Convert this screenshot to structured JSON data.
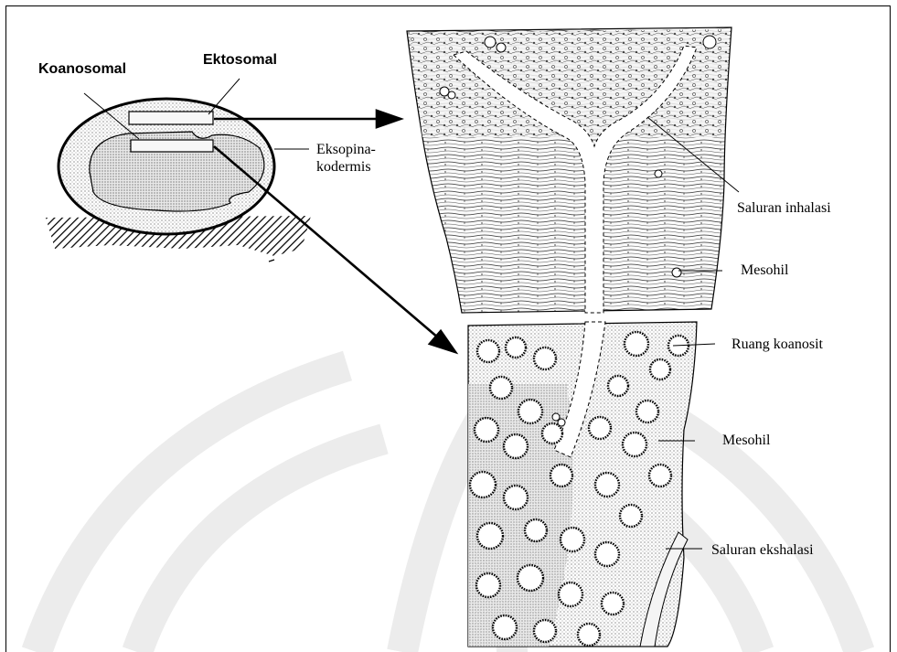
{
  "labels": {
    "koanosomal": "Koanosomal",
    "ektosomal": "Ektosomal",
    "eksopinakodermis_1": "Eksopina-",
    "eksopinakodermis_2": "kodermis",
    "saluran_inhalasi": "Saluran inhalasi",
    "mesohil_top": "Mesohil",
    "ruang_koanosit": "Ruang koanosit",
    "mesohil_bottom": "Mesohil",
    "saluran_ekshalasi": "Saluran ekshalasi"
  },
  "colors": {
    "ink": "#000000",
    "stipple_light": "#e6e6e6",
    "stipple_mid": "#d0d0d0",
    "watermark": "#ececec"
  }
}
